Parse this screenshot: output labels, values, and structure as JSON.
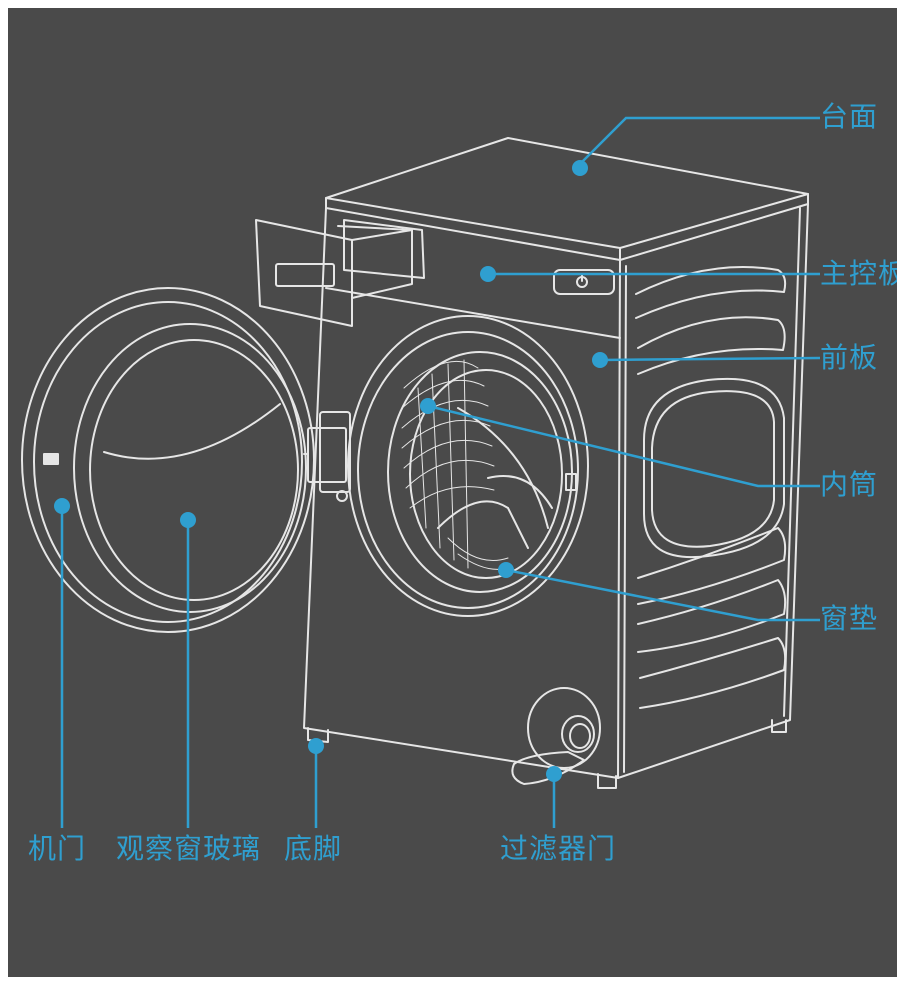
{
  "labels": {
    "countertop": "台面",
    "main_control_panel": "主控板",
    "front_panel": "前板",
    "inner_drum": "内筒",
    "window_gasket": "窗垫",
    "door": "机门",
    "viewing_glass": "观察窗玻璃",
    "feet": "底脚",
    "filter_door": "过滤器门"
  },
  "colors": {
    "background": "#4a4a4a",
    "outline": "#e6e6e6",
    "accent": "#2f9fd0"
  }
}
